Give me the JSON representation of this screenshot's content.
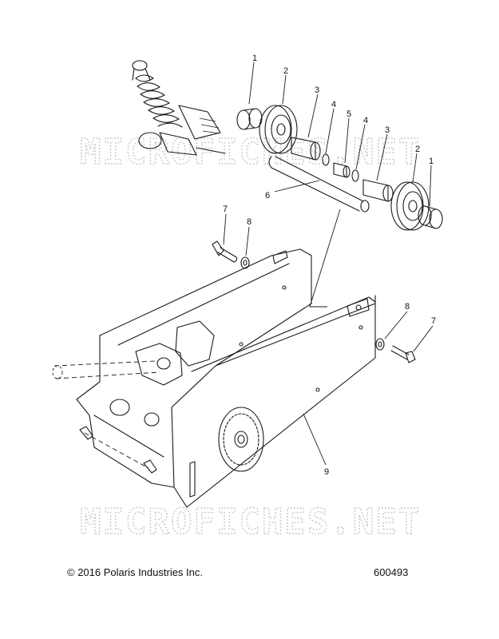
{
  "watermark": "MICROFICHES.NET",
  "footer": {
    "copyright": "© 2016 Polaris Industries Inc.",
    "drawing_number": "600493"
  },
  "callouts": [
    {
      "id": "c1a",
      "label": "1"
    },
    {
      "id": "c2a",
      "label": "2"
    },
    {
      "id": "c3a",
      "label": "3"
    },
    {
      "id": "c4a",
      "label": "4"
    },
    {
      "id": "c5",
      "label": "5"
    },
    {
      "id": "c4b",
      "label": "4"
    },
    {
      "id": "c3b",
      "label": "3"
    },
    {
      "id": "c2b",
      "label": "2"
    },
    {
      "id": "c1b",
      "label": "1"
    },
    {
      "id": "c6",
      "label": "6"
    },
    {
      "id": "c7a",
      "label": "7"
    },
    {
      "id": "c8a",
      "label": "8"
    },
    {
      "id": "c8b",
      "label": "8"
    },
    {
      "id": "c7b",
      "label": "7"
    },
    {
      "id": "c9",
      "label": "9"
    }
  ]
}
